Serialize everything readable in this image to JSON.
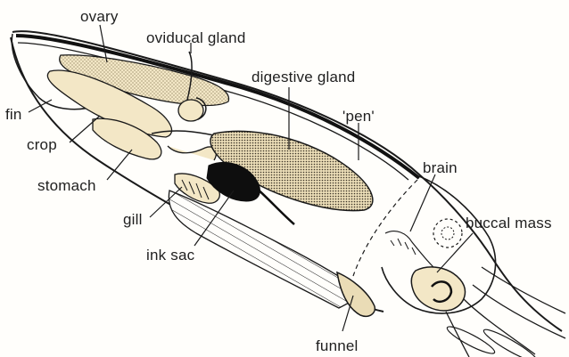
{
  "diagram": {
    "labels": {
      "ovary": "ovary",
      "oviducal_gland": "oviducal gland",
      "digestive_gland": "digestive gland",
      "fin": "fin",
      "pen": "'pen'",
      "crop": "crop",
      "stomach": "stomach",
      "brain": "brain",
      "buccal_mass": "buccal mass",
      "gill": "gill",
      "ink_sac": "ink sac",
      "funnel": "funnel"
    },
    "colors": {
      "ink": "#1a1a1a",
      "tissue_fill": "#f3e7c6",
      "paper": "#fffefb"
    }
  }
}
